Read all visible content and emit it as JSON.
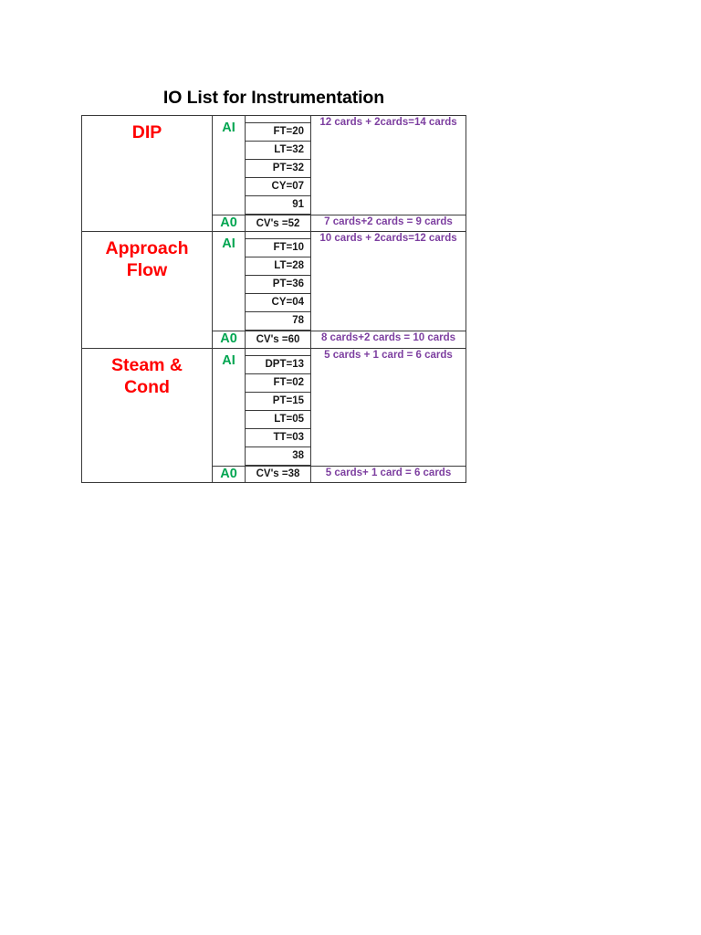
{
  "document": {
    "title": "IO List for Instrumentation"
  },
  "colors": {
    "group_label": "#ff0000",
    "signal_type": "#00a550",
    "cards_text": "#7d3fa0",
    "tag_text": "#1a1a1a",
    "border": "#3a3a3a",
    "page_background": "#ffffff",
    "title_text": "#000000"
  },
  "table": {
    "columns": [
      "group",
      "signal_type",
      "tags",
      "cards"
    ],
    "groups": [
      {
        "name": "DIP",
        "name_lines": [
          "DIP"
        ],
        "blocks": [
          {
            "signal_type": "AI",
            "tags": [
              "FT=20",
              "LT=32",
              "PT=32",
              "CY=07",
              "91"
            ],
            "cards": "12 cards + 2cards=14 cards"
          },
          {
            "signal_type": "A0",
            "tags": [
              "CV's =52"
            ],
            "cards": "7 cards+2 cards = 9 cards"
          }
        ]
      },
      {
        "name": "Approach Flow",
        "name_lines": [
          "Approach",
          "Flow"
        ],
        "blocks": [
          {
            "signal_type": "AI",
            "tags": [
              "FT=10",
              "LT=28",
              "PT=36",
              "CY=04",
              "78"
            ],
            "cards": "10 cards + 2cards=12 cards"
          },
          {
            "signal_type": "A0",
            "tags": [
              "CV's =60"
            ],
            "cards": "8 cards+2 cards = 10 cards"
          }
        ]
      },
      {
        "name": "Steam & Cond",
        "name_lines": [
          "Steam &",
          "Cond"
        ],
        "blocks": [
          {
            "signal_type": "AI",
            "tags": [
              "DPT=13",
              "FT=02",
              "PT=15",
              "LT=05",
              "TT=03",
              "38"
            ],
            "cards": "5 cards + 1 card = 6 cards"
          },
          {
            "signal_type": "A0",
            "tags": [
              "CV's =38"
            ],
            "cards": "5 cards+ 1 card = 6 cards"
          }
        ]
      }
    ]
  }
}
